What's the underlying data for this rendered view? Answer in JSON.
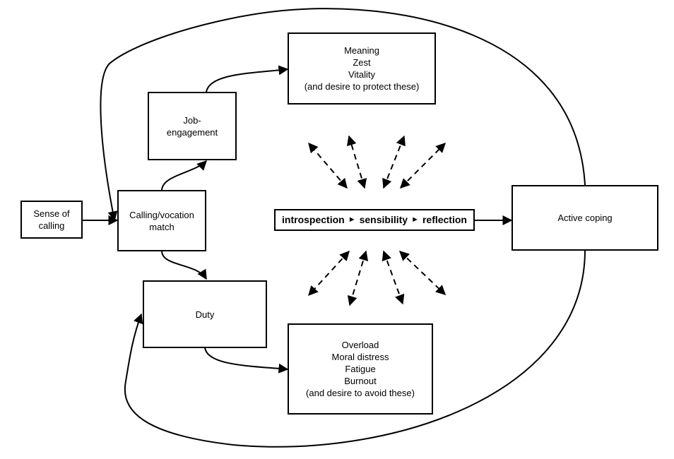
{
  "nodes": {
    "sense_of_calling": [
      "Sense of",
      "calling"
    ],
    "calling_match": [
      "Calling/vocation",
      "match"
    ],
    "job_engagement": [
      "Job-",
      "engagement"
    ],
    "duty": [
      "Duty"
    ],
    "meaning_box": [
      "Meaning",
      "Zest",
      "Vitality",
      "(and desire to protect these)"
    ],
    "overload_box": [
      "Overload",
      "Moral distress",
      "Fatigue",
      "Burnout",
      "(and desire to avoid these)"
    ],
    "active_coping": [
      "Active coping"
    ]
  },
  "process": {
    "step1": "introspection",
    "step2": "sensibility",
    "step3": "reflection",
    "separator_glyph": "►"
  },
  "colors": {
    "line": "#000000",
    "background": "#ffffff"
  }
}
